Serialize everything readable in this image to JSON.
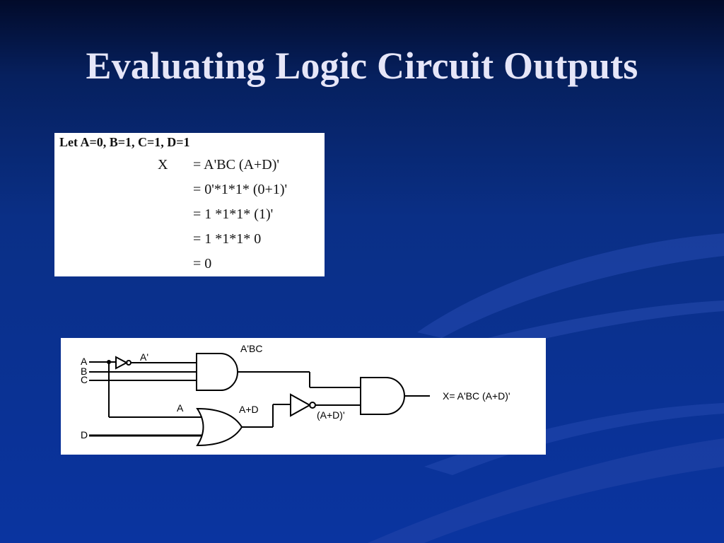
{
  "slide": {
    "title": "Evaluating Logic Circuit Outputs",
    "colors": {
      "background": "#0a34a0",
      "title_text": "#e6e6f8",
      "panel": "#ffffff"
    }
  },
  "evaluation": {
    "given": "Let A=0, B=1, C=1, D=1",
    "lhs": "X",
    "steps": [
      "= A'BC (A+D)'",
      "= 0'*1*1* (0+1)'",
      "= 1 *1*1* (1)'",
      "= 1 *1*1* 0",
      "= 0"
    ]
  },
  "circuit": {
    "inputs": {
      "a": "A",
      "b": "B",
      "c": "C",
      "d": "D"
    },
    "labels": {
      "a_not": "A'",
      "a_tap": "A",
      "and1_out": "A'BC",
      "or_out": "A+D",
      "not_out": "(A+D)'",
      "output": "X= A'BC (A+D)'"
    }
  }
}
